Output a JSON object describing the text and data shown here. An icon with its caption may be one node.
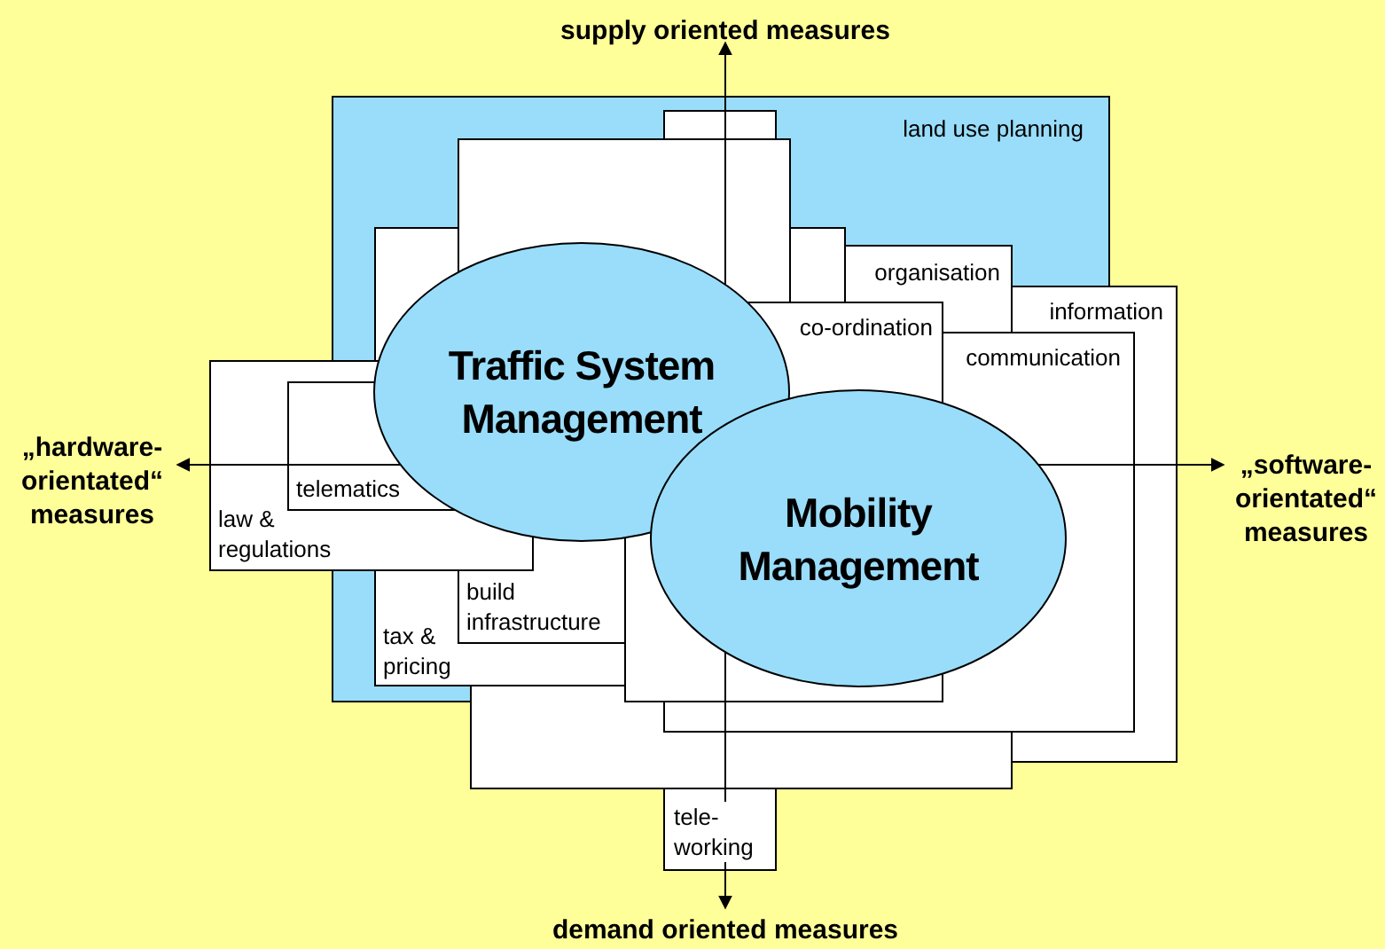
{
  "diagram": {
    "nodes": [
      {
        "text": [
          "land use planning"
        ]
      },
      {
        "text": [
          "tele-working"
        ]
      },
      {
        "text": [
          "information"
        ]
      },
      {
        "text": [
          "organisation"
        ]
      },
      {
        "text": [
          "build infrastructure"
        ]
      },
      {
        "text": [
          "tax & pricing"
        ]
      },
      {
        "text": [
          "law & regulations"
        ]
      },
      {
        "text": [
          "telematics"
        ]
      },
      {
        "text": [
          "communication"
        ]
      },
      {
        "text": [
          "co-ordination"
        ]
      },
      {
        "text": [
          "Traffic System Management"
        ]
      },
      {
        "text": [
          "Mobility Management"
        ]
      }
    ],
    "labels": [
      "supply oriented measures",
      "„hardware-orientated“ measures",
      "„software-orientated“ measures",
      "demand oriented measures"
    ]
  }
}
